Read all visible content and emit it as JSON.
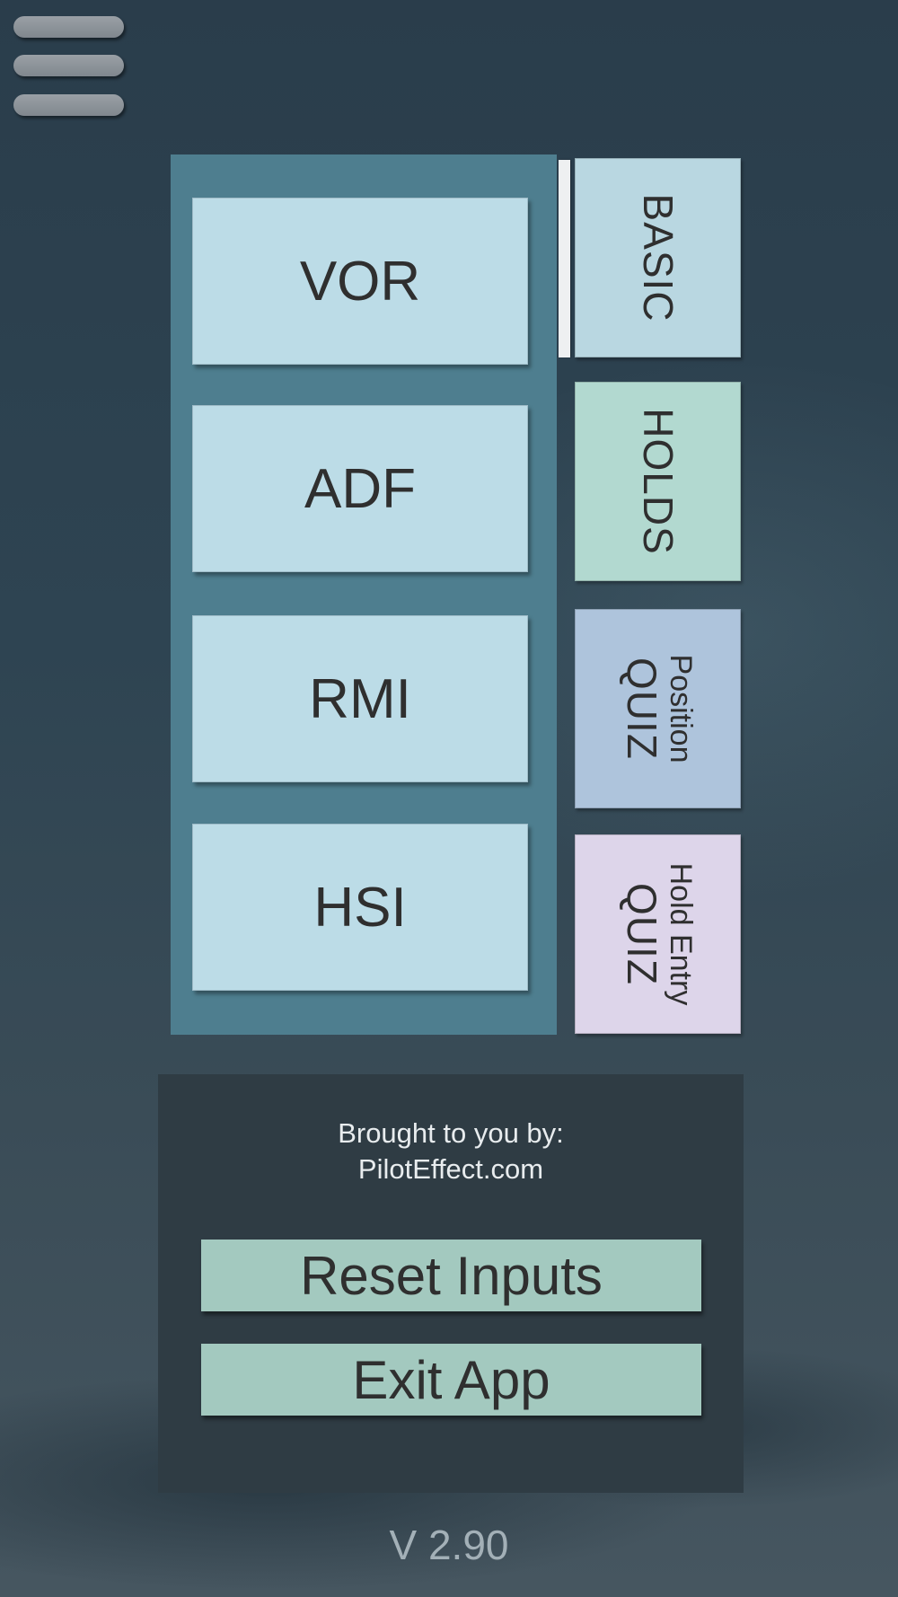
{
  "menu": {
    "icon": "hamburger-menu-icon"
  },
  "instruments": [
    {
      "label": "VOR"
    },
    {
      "label": "ADF"
    },
    {
      "label": "RMI"
    },
    {
      "label": "HSI"
    }
  ],
  "modes": {
    "basic": {
      "label": "BASIC",
      "color": "#b9d7e1"
    },
    "holds": {
      "label": "HOLDS",
      "color": "#b2d9d0"
    },
    "position_quiz": {
      "small": "Position",
      "big": "QUIZ",
      "color": "#aec4dc"
    },
    "hold_entry_quiz": {
      "small": "Hold Entry",
      "big": "QUIZ",
      "color": "#ddd5ea"
    }
  },
  "footer": {
    "credit_line1": "Brought to you by:",
    "credit_line2": "PilotEffect.com",
    "reset_label": "Reset Inputs",
    "exit_label": "Exit App"
  },
  "version": "V 2.90",
  "colors": {
    "panel": "#4e7e8f",
    "instrument_button": "#bcdce7",
    "action_button": "#a3c9bf",
    "footer_panel": "#2f3c44"
  }
}
